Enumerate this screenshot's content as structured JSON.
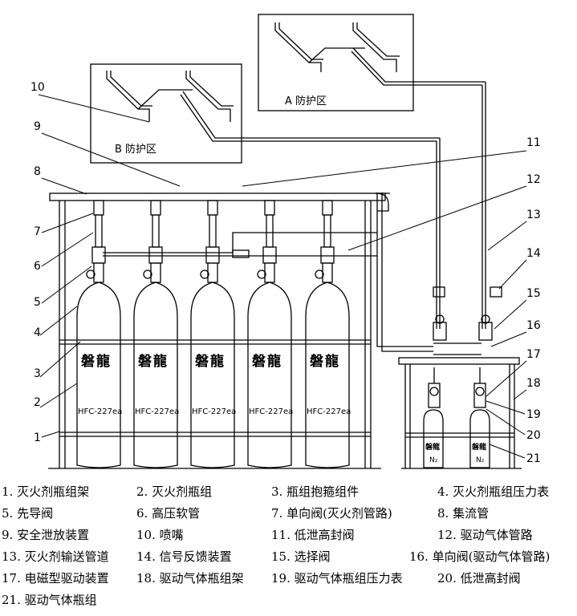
{
  "zones": {
    "a": "A 防护区",
    "b": "B 防护区"
  },
  "cylinder": {
    "brand": "磐龍",
    "model": "HFC-227ea"
  },
  "driver_cylinder": {
    "brand": "磐龍",
    "gas": "N₂"
  },
  "callouts": [
    "1",
    "2",
    "3",
    "4",
    "5",
    "6",
    "7",
    "8",
    "9",
    "10",
    "11",
    "12",
    "13",
    "14",
    "15",
    "16",
    "17",
    "18",
    "19",
    "20",
    "21"
  ],
  "legend": [
    [
      "1. 灭火剂瓶组架",
      "2. 灭火剂瓶组",
      "3. 瓶组抱箍组件",
      "4. 灭火剂瓶组压力表"
    ],
    [
      "5. 先导阀",
      "6. 高压软管",
      "7. 单向阀(灭火剂管路)",
      "8. 集流管"
    ],
    [
      "9. 安全泄放装置",
      "10. 喷嘴",
      "11. 低泄高封阀",
      "12. 驱动气体管路"
    ],
    [
      "13. 灭火剂输送管道",
      "14. 信号反馈装置",
      "15. 选择阀",
      "16. 单向阀(驱动气体管路)"
    ],
    [
      "17. 电磁型驱动装置",
      "18. 驱动气体瓶组架",
      "19. 驱动气体瓶组压力表",
      "20. 低泄高封阀"
    ],
    [
      "21. 驱动气体瓶组"
    ]
  ]
}
